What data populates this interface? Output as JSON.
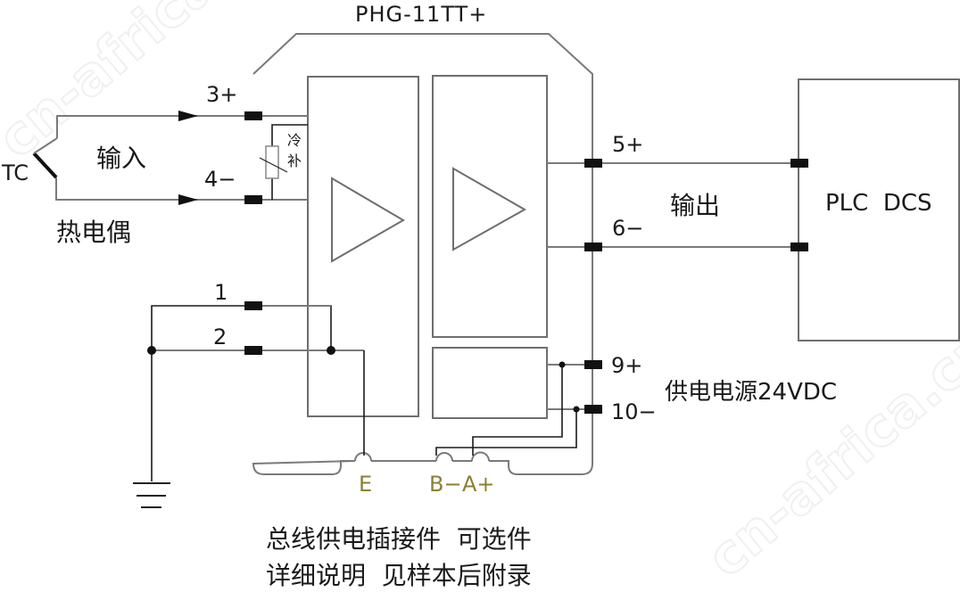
{
  "title": "PHG-11TT+",
  "input": {
    "sensor_label": "TC",
    "sensor_type": "热电偶",
    "section_label": "输入",
    "terminal_plus": "3+",
    "terminal_minus": "4−",
    "cold_junction": [
      "冷",
      "补"
    ]
  },
  "output": {
    "section_label": "输出",
    "terminal_plus": "5+",
    "terminal_minus": "6−",
    "target_label": "PLC  DCS"
  },
  "ground_terminals": {
    "t1": "1",
    "t2": "2"
  },
  "power": {
    "terminal_plus": "9+",
    "terminal_minus": "10−",
    "label": "供电电源24VDC"
  },
  "bus_connector": {
    "e": "E",
    "b": "B−",
    "a": "A+",
    "accent_color": "#8b8033"
  },
  "notes": [
    "总线供电插接件  可选件",
    "详细说明  见样本后附录"
  ],
  "watermarks": [
    "cn-africa.cn",
    "cn-africa.cn"
  ]
}
